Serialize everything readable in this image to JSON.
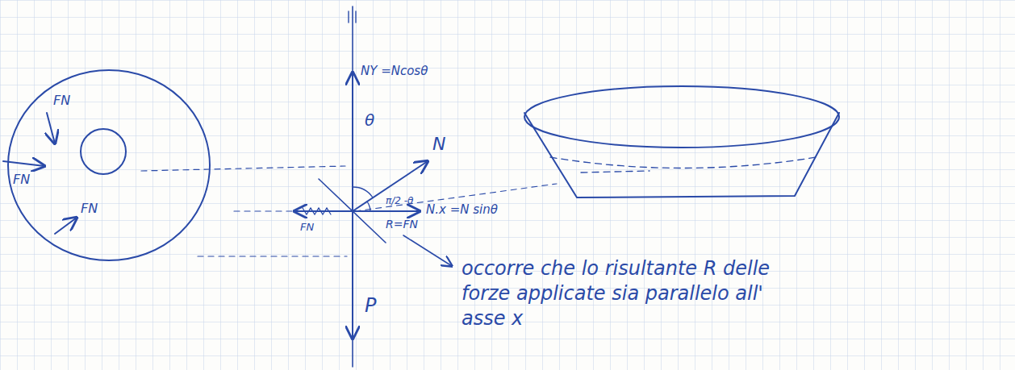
{
  "diagram": {
    "labels": [
      "FN",
      "FN",
      "FN",
      "NY =Ncosθ",
      "N",
      "θ",
      "π/2 -θ",
      "N.x =N sinθ",
      "R=FN",
      "FN",
      "P",
      "occorre che lo risultante R delle forze applicate sia parallelo all' asse x"
    ]
  }
}
